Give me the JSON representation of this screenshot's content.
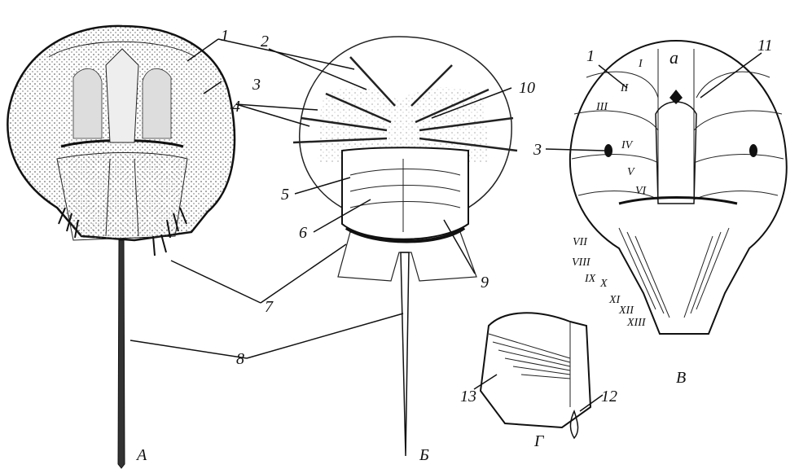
{
  "figure": {
    "panels": [
      {
        "id": "A",
        "label": "А"
      },
      {
        "id": "B",
        "label": "Б"
      },
      {
        "id": "V",
        "label": "В"
      },
      {
        "id": "G",
        "label": "Г"
      }
    ],
    "number_labels": [
      "1",
      "2",
      "3",
      "4",
      "5",
      "6",
      "7",
      "8",
      "9",
      "10",
      "1",
      "3",
      "11",
      "12",
      "13"
    ],
    "segment_labels": [
      "I",
      "II",
      "III",
      "IV",
      "V",
      "VI",
      "VII",
      "VIII",
      "IX",
      "X",
      "XI",
      "XII",
      "XIII"
    ],
    "region_label": "a"
  },
  "colors": {
    "ink": "#111111",
    "background": "#ffffff",
    "stipple": "#555555"
  }
}
